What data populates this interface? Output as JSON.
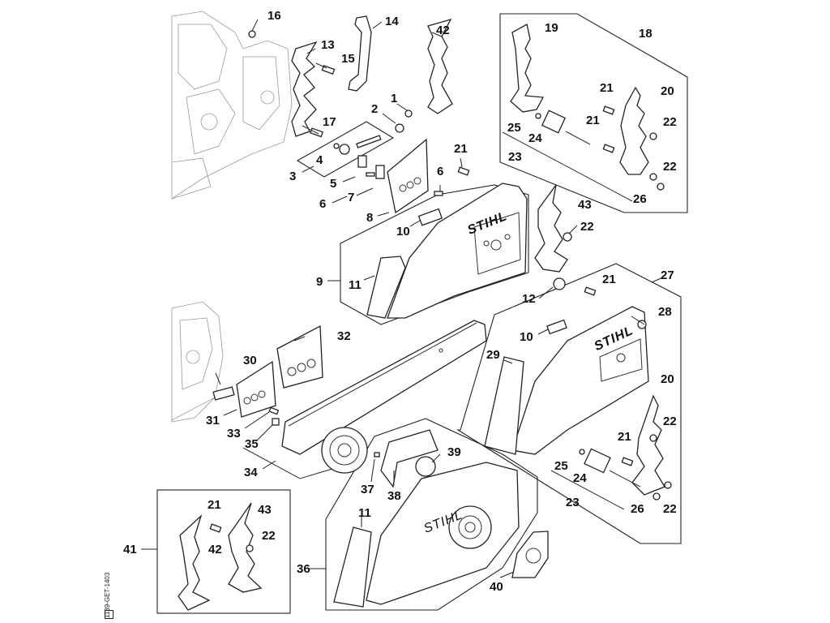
{
  "diagram": {
    "title": "STIHL chain saw exploded parts diagram",
    "drawing_code": "1139-GET-1403",
    "brand_marks": [
      "STIHL",
      "STIHL",
      "STIHL"
    ],
    "callouts": [
      {
        "id": "c1",
        "label": "1"
      },
      {
        "id": "c2",
        "label": "2"
      },
      {
        "id": "c3",
        "label": "3"
      },
      {
        "id": "c4",
        "label": "4"
      },
      {
        "id": "c5",
        "label": "5"
      },
      {
        "id": "c6a",
        "label": "6"
      },
      {
        "id": "c6b",
        "label": "6"
      },
      {
        "id": "c7",
        "label": "7"
      },
      {
        "id": "c8",
        "label": "8"
      },
      {
        "id": "c9",
        "label": "9"
      },
      {
        "id": "c10a",
        "label": "10"
      },
      {
        "id": "c10b",
        "label": "10"
      },
      {
        "id": "c11a",
        "label": "11"
      },
      {
        "id": "c11b",
        "label": "11"
      },
      {
        "id": "c12",
        "label": "12"
      },
      {
        "id": "c13",
        "label": "13"
      },
      {
        "id": "c14",
        "label": "14"
      },
      {
        "id": "c15",
        "label": "15"
      },
      {
        "id": "c16",
        "label": "16"
      },
      {
        "id": "c17",
        "label": "17"
      },
      {
        "id": "c18",
        "label": "18"
      },
      {
        "id": "c19",
        "label": "19"
      },
      {
        "id": "c20a",
        "label": "20"
      },
      {
        "id": "c20b",
        "label": "20"
      },
      {
        "id": "c21a",
        "label": "21"
      },
      {
        "id": "c21b",
        "label": "21"
      },
      {
        "id": "c21c",
        "label": "21"
      },
      {
        "id": "c21d",
        "label": "21"
      },
      {
        "id": "c21e",
        "label": "21"
      },
      {
        "id": "c21f",
        "label": "21"
      },
      {
        "id": "c22a",
        "label": "22"
      },
      {
        "id": "c22b",
        "label": "22"
      },
      {
        "id": "c22c",
        "label": "22"
      },
      {
        "id": "c22d",
        "label": "22"
      },
      {
        "id": "c22e",
        "label": "22"
      },
      {
        "id": "c22f",
        "label": "22"
      },
      {
        "id": "c23a",
        "label": "23"
      },
      {
        "id": "c23b",
        "label": "23"
      },
      {
        "id": "c24a",
        "label": "24"
      },
      {
        "id": "c24b",
        "label": "24"
      },
      {
        "id": "c25a",
        "label": "25"
      },
      {
        "id": "c25b",
        "label": "25"
      },
      {
        "id": "c26a",
        "label": "26"
      },
      {
        "id": "c26b",
        "label": "26"
      },
      {
        "id": "c27",
        "label": "27"
      },
      {
        "id": "c28",
        "label": "28"
      },
      {
        "id": "c29",
        "label": "29"
      },
      {
        "id": "c30",
        "label": "30"
      },
      {
        "id": "c31",
        "label": "31"
      },
      {
        "id": "c32",
        "label": "32"
      },
      {
        "id": "c33",
        "label": "33"
      },
      {
        "id": "c34",
        "label": "34"
      },
      {
        "id": "c35",
        "label": "35"
      },
      {
        "id": "c36",
        "label": "36"
      },
      {
        "id": "c37",
        "label": "37"
      },
      {
        "id": "c38",
        "label": "38"
      },
      {
        "id": "c39",
        "label": "39"
      },
      {
        "id": "c40",
        "label": "40"
      },
      {
        "id": "c41",
        "label": "41"
      },
      {
        "id": "c42a",
        "label": "42"
      },
      {
        "id": "c42b",
        "label": "42"
      },
      {
        "id": "c43a",
        "label": "43"
      },
      {
        "id": "c43b",
        "label": "43"
      }
    ]
  }
}
